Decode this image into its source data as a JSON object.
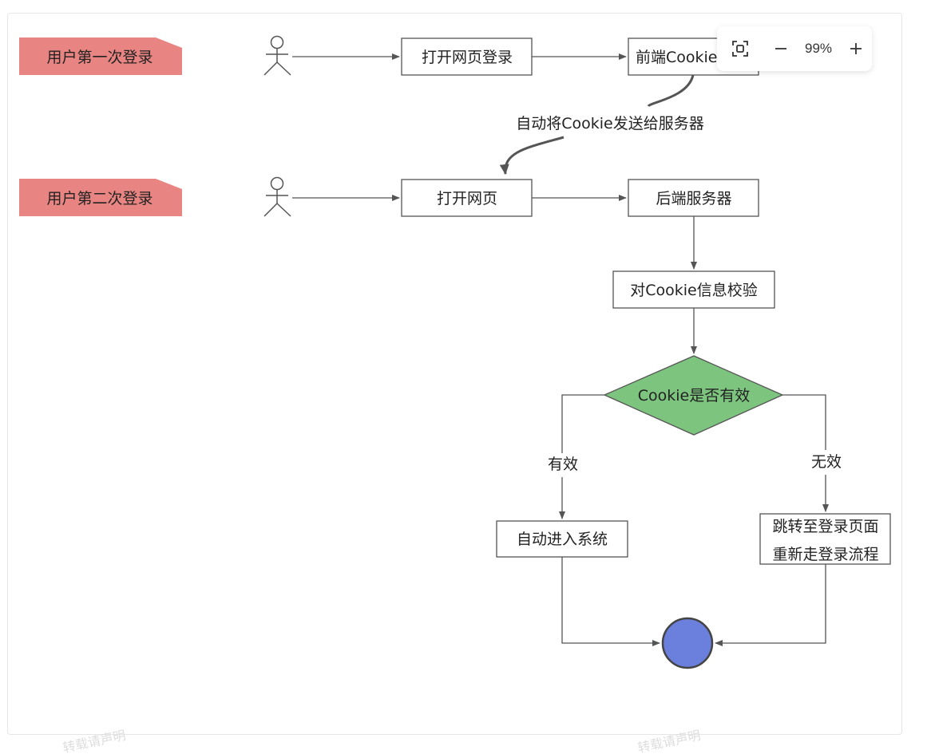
{
  "swimlanes": [
    {
      "label": "用户第一次登录"
    },
    {
      "label": "用户第二次登录"
    }
  ],
  "nodes": {
    "open_login": "打开网页登录",
    "frontend_cookie": "前端Cookie",
    "open_page": "打开网页",
    "backend_server": "后端服务器",
    "verify_cookie": "对Cookie信息校验",
    "decision": "Cookie是否有效",
    "auto_enter": "自动进入系统",
    "redirect_line1": "跳转至登录页面",
    "redirect_line2": "重新走登录流程"
  },
  "edge_labels": {
    "send_cookie": "自动将Cookie发送给服务器",
    "valid": "有效",
    "invalid": "无效"
  },
  "toolbar": {
    "zoom_level": "99%",
    "fit_icon": "fit-screen-icon",
    "zoom_out_icon": "minus-icon",
    "zoom_in_icon": "plus-icon"
  },
  "colors": {
    "lane_fill": "#e88582",
    "decision_fill": "#7dc47f",
    "end_fill": "#6a80dc",
    "line": "#555555"
  }
}
